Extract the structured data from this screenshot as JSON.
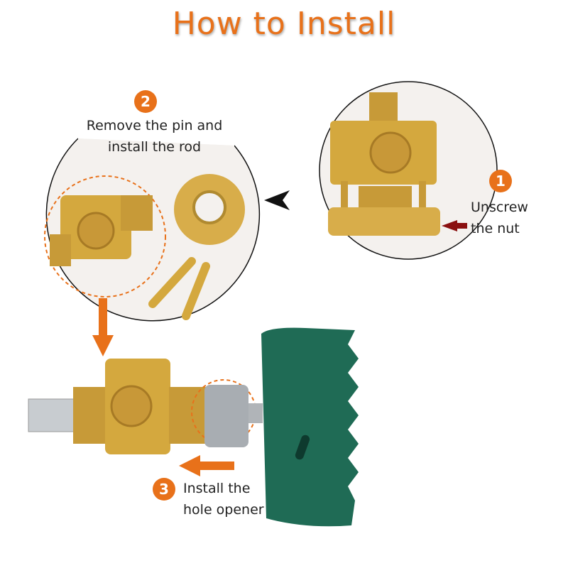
{
  "title": "How to Install",
  "steps": [
    {
      "number": "1",
      "lines": [
        "Unscrew",
        "the nut"
      ]
    },
    {
      "number": "2",
      "lines": [
        "Remove the pin and",
        "install the rod"
      ]
    },
    {
      "number": "3",
      "lines": [
        "Install the",
        "hole opener"
      ]
    }
  ],
  "colors": {
    "accent": "#e8711a",
    "brass": "#d2a63c",
    "saw": "#1f6b55",
    "arrow_red": "#8a1010"
  }
}
